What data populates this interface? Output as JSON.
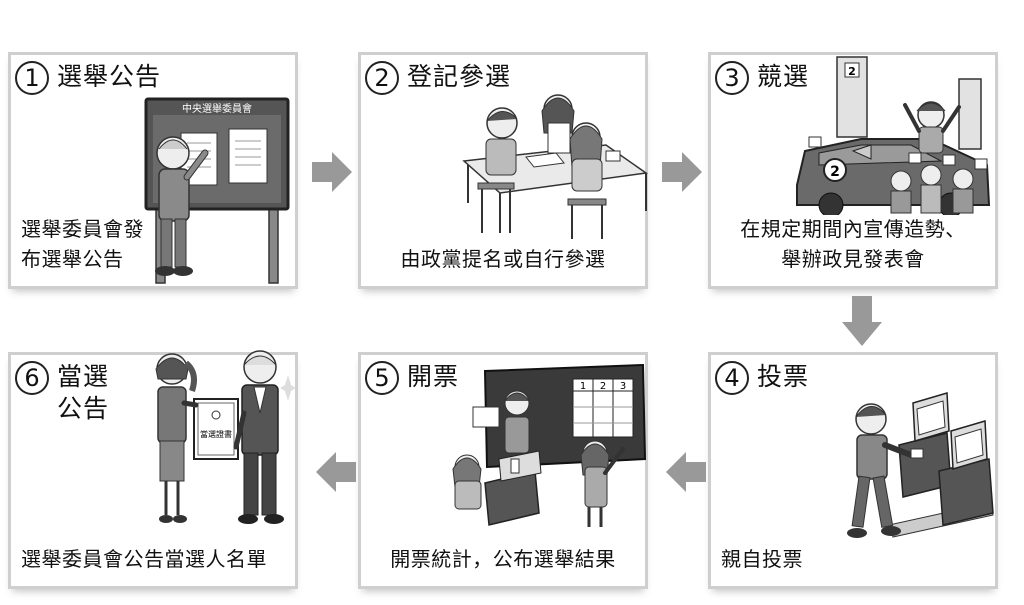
{
  "steps": [
    {
      "number": "1",
      "title": "選舉公告",
      "desc": "選舉委員會發\n布選舉公告",
      "board_title": "中央選舉委員會"
    },
    {
      "number": "2",
      "title": "登記參選",
      "desc": "由政黨提名或自行參選"
    },
    {
      "number": "3",
      "title": "競選",
      "desc": "在規定期間內宣傳造勢、\n舉辦政見發表會",
      "candidate_number": "2"
    },
    {
      "number": "4",
      "title": "投票",
      "desc": "親自投票"
    },
    {
      "number": "5",
      "title": "開票",
      "desc": "開票統計，公布選舉結果",
      "tally_headers": [
        "1",
        "2",
        "3"
      ]
    },
    {
      "number": "6",
      "title": "當選\n公告",
      "desc": "選舉委員會公告當選人名單",
      "certificate_text": "當選證書"
    }
  ],
  "colors": {
    "arrow": "#999999",
    "border": "#cfcfcf",
    "ink": "#333333",
    "shade": "#b5b5b5"
  }
}
